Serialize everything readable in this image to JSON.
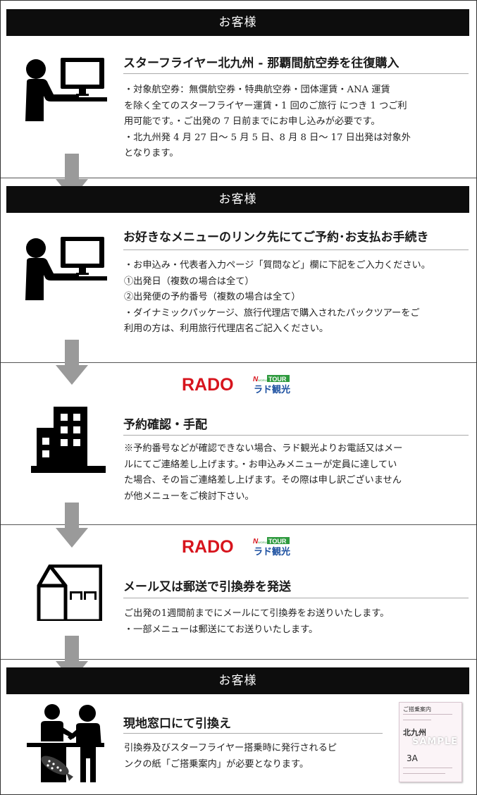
{
  "sections": [
    {
      "bar": "お客様",
      "title": "スターフライヤー北九州 - 那覇間航空券を往復購入",
      "lines": [
        "・対象航空券：無償航空券・特典航空券・団体運賃・ANA 運賃",
        "を除く全てのスターフライヤー運賃・1 回のご旅行 につき 1 つご利",
        "用可能です。・ご出発の 7 日前までにお申し込みが必要です。",
        "・北九州発 4 月 27 日～ 5 月 5 日、8 月 8 日～ 17 日出発は対象外",
        "となります。"
      ]
    },
    {
      "bar": "お客様",
      "title": "お好きなメニューのリンク先にてご予約･お支払お手続き",
      "lines": [
        "・お申込み・代表者入力ページ「質問など」欄に下記をご入力ください。",
        "①出発日（複数の場合は全て）",
        "②出発便の予約番号（複数の場合は全て）",
        "・ダイナミックパッケージ、旅行代理店で購入されたパックツアーをご",
        "利用の方は、利用旅行代理店名ご記入ください。"
      ]
    },
    {
      "logo": {
        "main": "RADO",
        "small_top": "N",
        "small_world": "WORLD",
        "small_tour": "TOUR",
        "jp": "ラド観光"
      },
      "title": "予約確認・手配",
      "lines": [
        "※予約番号などが確認できない場合、ラド観光よりお電話又はメー",
        "ルにてご連絡差し上げます。・お申込みメニューが定員に達してい",
        "た場合、その旨ご連絡差し上げます。その際は申し訳ございません",
        "が他メニューをご検討下さい。"
      ]
    },
    {
      "logo": {
        "main": "RADO",
        "small_top": "N",
        "small_world": "WORLD",
        "small_tour": "TOUR",
        "jp": "ラド観光"
      },
      "title": "メール又は郵送で引換券を発送",
      "lines": [
        "ご出発の1週間前までにメールにて引換券をお送りいたします。",
        "・一部メニューは郵送にてお送りいたします。"
      ]
    },
    {
      "bar": "お客様",
      "title": "現地窓口にて引換え",
      "lines": [
        "引換券及びスターフライヤー搭乗時に発行されるピ",
        "ンクの紙「ご搭乗案内」が必要となります。"
      ],
      "ticket": {
        "title": "ご搭乗案内",
        "city": "北九州",
        "seat": "3A",
        "stamp": "SAMPLE"
      }
    }
  ],
  "colors": {
    "bar_bg": "#0d0d0d",
    "arrow": "#9a9a9a",
    "logo_red": "#d7141d",
    "logo_green": "#2e9a3e",
    "logo_blue": "#1b4fa0"
  }
}
